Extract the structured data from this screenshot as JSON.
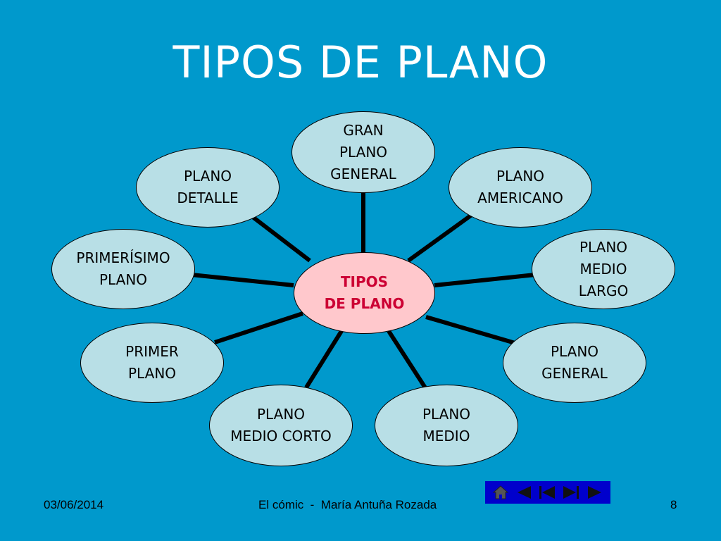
{
  "slide": {
    "title": "TIPOS DE PLANO",
    "background_color": "#0099cc"
  },
  "diagram": {
    "center": {
      "label": "TIPOS\nDE PLANO",
      "fill": "#ffc8cc",
      "text_color": "#cc0033"
    },
    "node_fill": "#b8dfe6",
    "nodes": [
      {
        "id": "gran-plano-general",
        "label": "GRAN\nPLANO\nGENERAL"
      },
      {
        "id": "plano-americano",
        "label": "PLANO\nAMERICANO"
      },
      {
        "id": "plano-medio-largo",
        "label": "PLANO\nMEDIO\nLARGO"
      },
      {
        "id": "plano-general",
        "label": "PLANO\nGENERAL"
      },
      {
        "id": "plano-medio",
        "label": "PLANO\nMEDIO"
      },
      {
        "id": "plano-medio-corto",
        "label": "PLANO\nMEDIO CORTO"
      },
      {
        "id": "primer-plano",
        "label": "PRIMER\nPLANO"
      },
      {
        "id": "primerisimo-plano",
        "label": "PRIMERÍSIMO\nPLANO"
      },
      {
        "id": "plano-detalle",
        "label": "PLANO\nDETALLE"
      }
    ]
  },
  "footer": {
    "date": "03/06/2014",
    "caption": "El cómic  -  María Antuña Rozada",
    "page_number": "8"
  },
  "navigation": {
    "color": "#0000cc",
    "buttons": [
      "home-icon",
      "previous-icon",
      "first-icon",
      "last-icon",
      "next-icon"
    ]
  }
}
